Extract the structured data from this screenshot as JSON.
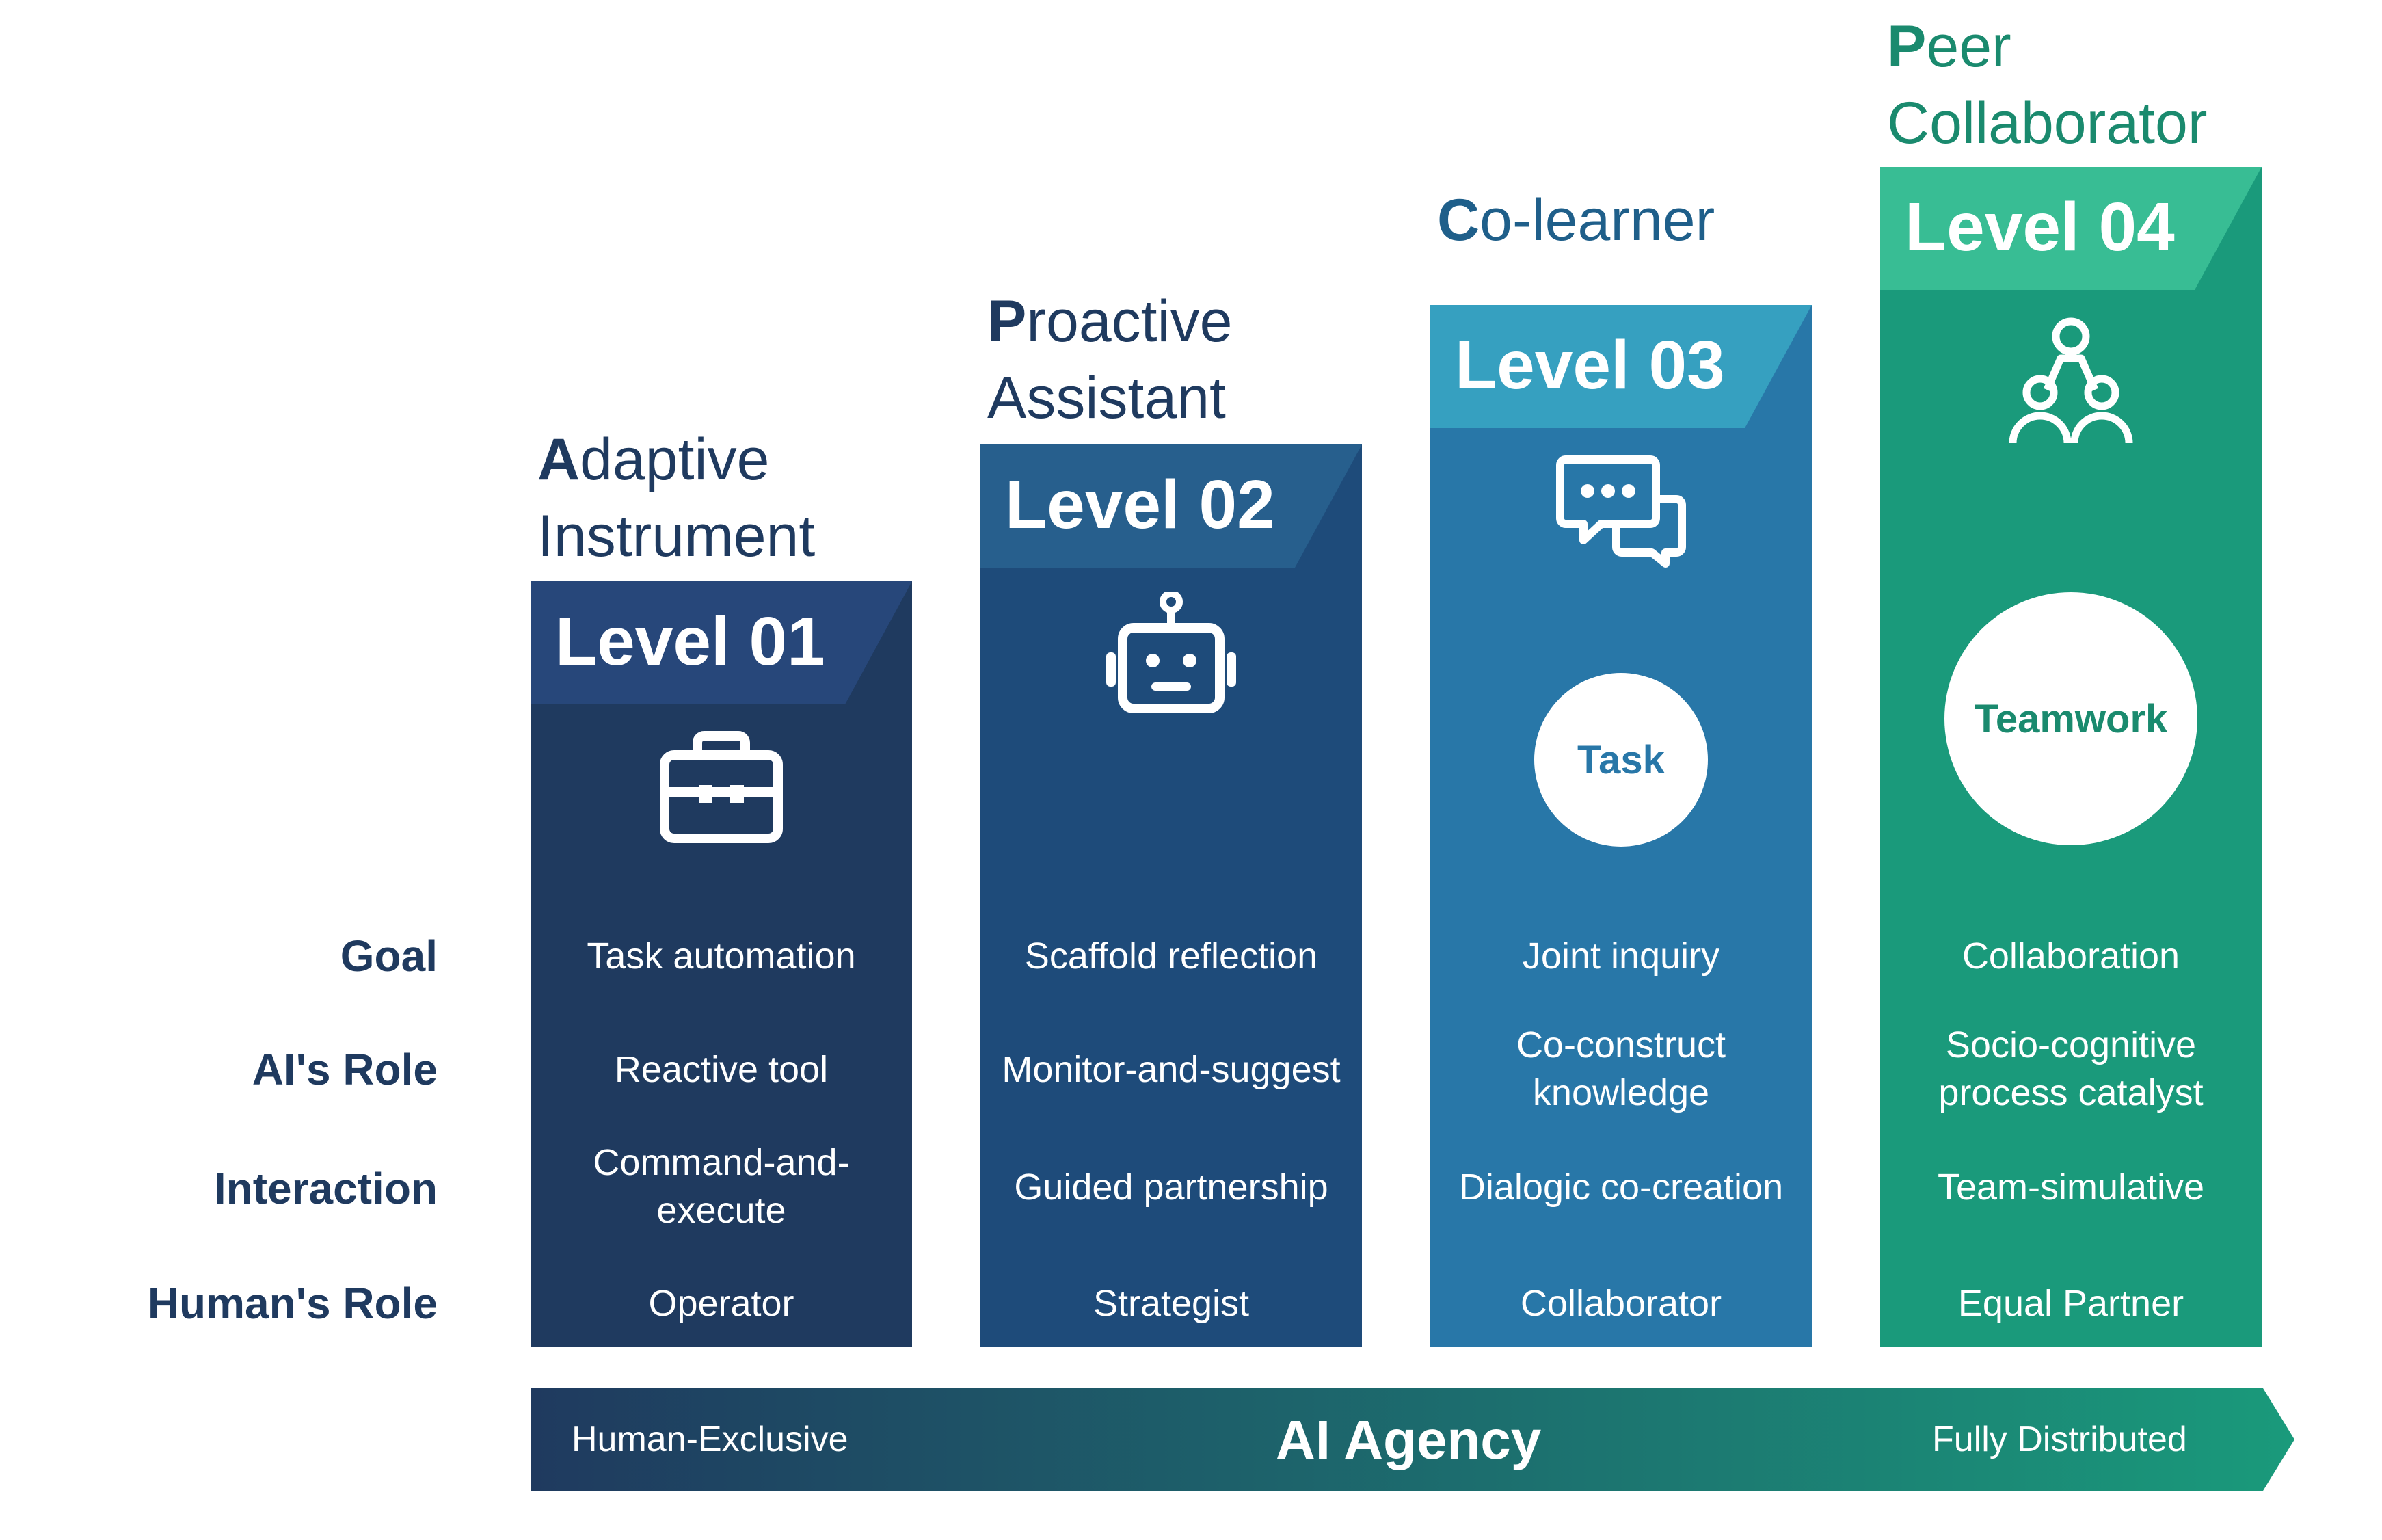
{
  "row_labels": {
    "goal": "Goal",
    "ai_role": "AI's Role",
    "interaction": "Interaction",
    "human_role": "Human's Role"
  },
  "levels": [
    {
      "title_first": "A",
      "title_line1_rest": "daptive",
      "title_line2": "Instrument",
      "level": "Level 01",
      "icon": "toolbox-icon",
      "circle": "",
      "goal": "Task automation",
      "ai_role_line1": "Reactive tool",
      "ai_role_line2": "",
      "interaction_line1": "Command-and-",
      "interaction_line2": "execute",
      "human_role": "Operator",
      "color_body": "#1f3a5f",
      "color_band": "#27477a"
    },
    {
      "title_first": "P",
      "title_line1_rest": "roactive",
      "title_line2": "Assistant",
      "level": "Level 02",
      "icon": "robot-icon",
      "circle": "",
      "goal": "Scaffold reflection",
      "ai_role_line1": "Monitor-and-suggest",
      "ai_role_line2": "",
      "interaction_line1": "Guided partnership",
      "interaction_line2": "",
      "human_role": "Strategist",
      "color_body": "#1e4b7a",
      "color_band": "#275f8d"
    },
    {
      "title_first": "C",
      "title_line1_rest": "o-learner",
      "title_line2": "",
      "level": "Level 03",
      "icon": "chat-bubbles-icon",
      "circle": "Task",
      "goal": "Joint inquiry",
      "ai_role_line1": "Co-construct",
      "ai_role_line2": "knowledge",
      "interaction_line1": "Dialogic co-creation",
      "interaction_line2": "",
      "human_role": "Collaborator",
      "color_body": "#2877a8",
      "color_band": "#36a0c0"
    },
    {
      "title_first": "P",
      "title_line1_rest": "eer",
      "title_line2": "Collaborator",
      "level": "Level 04",
      "icon": "team-people-icon",
      "circle": "Teamwork",
      "goal": "Collaboration",
      "ai_role_line1": "Socio-cognitive",
      "ai_role_line2": "process catalyst",
      "interaction_line1": "Team-simulative",
      "interaction_line2": "",
      "human_role": "Equal Partner",
      "color_body": "#1a9a7b",
      "color_band": "#38bd94"
    }
  ],
  "agency": {
    "left": "Human-Exclusive",
    "center": "AI Agency",
    "right": "Fully Distributed",
    "gradient_start": "#1f3a5f",
    "gradient_end": "#1a9a7b"
  },
  "colors": {
    "title_blue": "#1f3a5f",
    "title_teal": "#1a8a6e"
  }
}
